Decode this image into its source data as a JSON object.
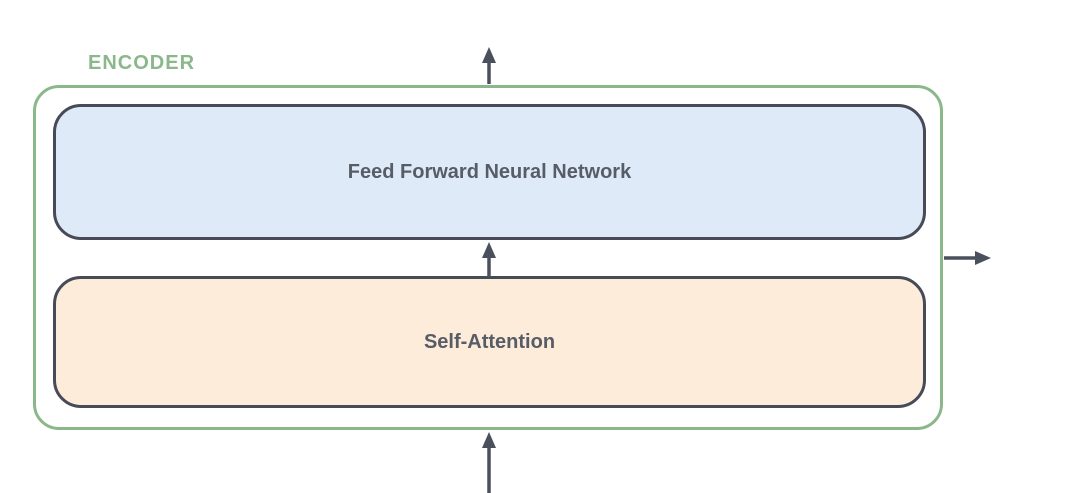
{
  "colors": {
    "encoder-green": "#8ab88a",
    "block-border-dark": "#464b57",
    "arrow-dark": "#4a505c",
    "ffnn-fill": "#dfeaf9",
    "attention-fill": "#fcecd9",
    "label-text": "#575c66",
    "background": "#ffffff"
  },
  "diagram": {
    "encoder_label": "ENCODER",
    "blocks": [
      {
        "id": "feed-forward",
        "label": "Feed Forward Neural Network"
      },
      {
        "id": "self-attention",
        "label": "Self-Attention"
      }
    ],
    "arrows": [
      {
        "name": "input-arrow",
        "direction": "up",
        "location": "bottom-center entering encoder"
      },
      {
        "name": "between-blocks-arrow",
        "direction": "up",
        "location": "from self-attention to feed-forward"
      },
      {
        "name": "top-output-arrow",
        "direction": "up",
        "location": "top-center leaving encoder"
      },
      {
        "name": "right-output-arrow",
        "direction": "right",
        "location": "right edge leaving encoder"
      }
    ]
  }
}
